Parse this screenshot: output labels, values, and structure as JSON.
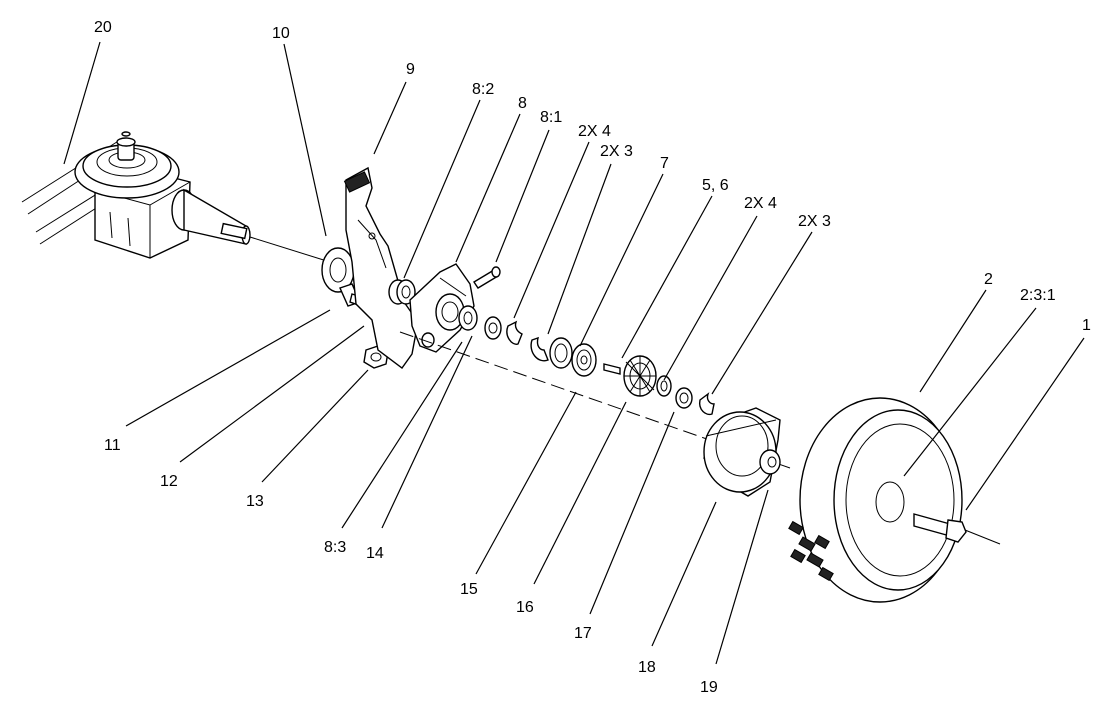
{
  "callouts": {
    "c20": "20",
    "c10": "10",
    "c9": "9",
    "c8_2": "8:2",
    "c8": "8",
    "c8_1": "8:1",
    "c2x4_a": "2X 4",
    "c2x3_a": "2X 3",
    "c7": "7",
    "c5_6": "5, 6",
    "c2x4_b": "2X 4",
    "c2x3_b": "2X 3",
    "c2": "2",
    "c2_3_1": "2:3:1",
    "c1": "1",
    "c11": "11",
    "c12": "12",
    "c13": "13",
    "c8_3": "8:3",
    "c14": "14",
    "c15": "15",
    "c16": "16",
    "c17": "17",
    "c18": "18",
    "c19": "19"
  }
}
